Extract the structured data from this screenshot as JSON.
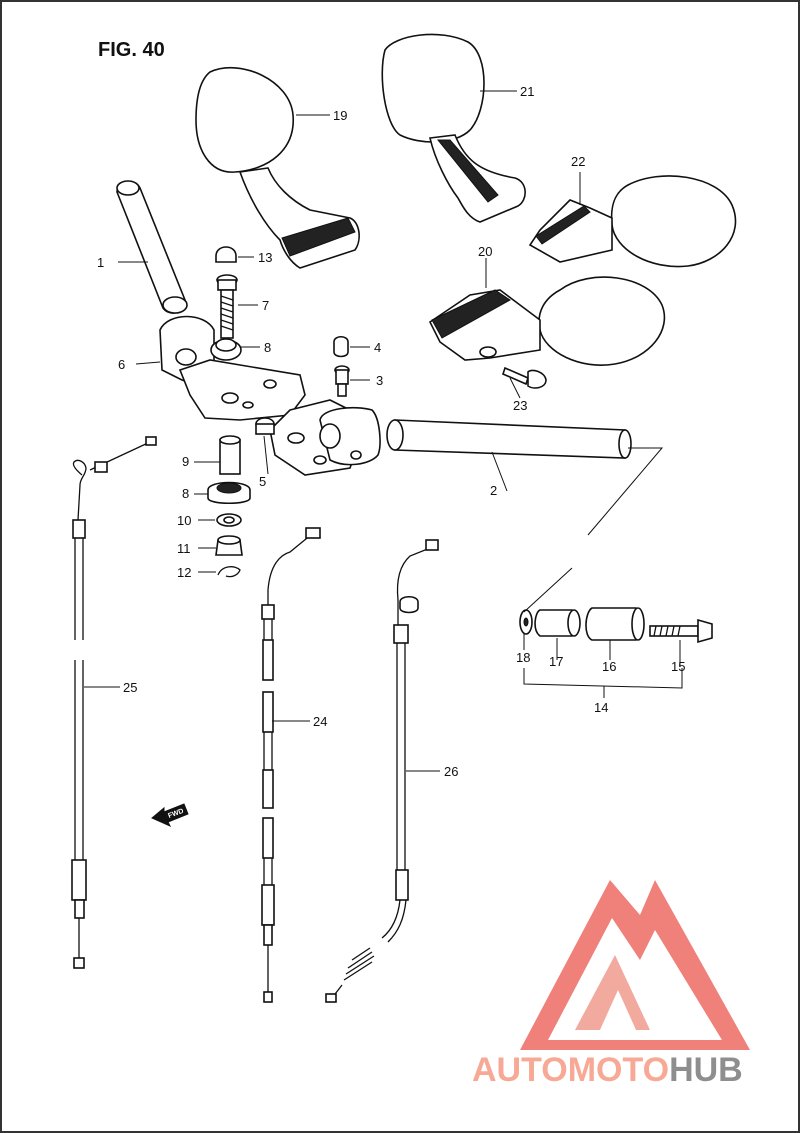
{
  "figure": {
    "title": "FIG. 40"
  },
  "callouts": [
    {
      "id": "1",
      "label": "1"
    },
    {
      "id": "2",
      "label": "2"
    },
    {
      "id": "3",
      "label": "3"
    },
    {
      "id": "4",
      "label": "4"
    },
    {
      "id": "5",
      "label": "5"
    },
    {
      "id": "6",
      "label": "6"
    },
    {
      "id": "7",
      "label": "7"
    },
    {
      "id": "8a",
      "label": "8"
    },
    {
      "id": "8b",
      "label": "8"
    },
    {
      "id": "9",
      "label": "9"
    },
    {
      "id": "10",
      "label": "10"
    },
    {
      "id": "11",
      "label": "11"
    },
    {
      "id": "12",
      "label": "12"
    },
    {
      "id": "13",
      "label": "13"
    },
    {
      "id": "14",
      "label": "14"
    },
    {
      "id": "15",
      "label": "15"
    },
    {
      "id": "16",
      "label": "16"
    },
    {
      "id": "17",
      "label": "17"
    },
    {
      "id": "18",
      "label": "18"
    },
    {
      "id": "19",
      "label": "19"
    },
    {
      "id": "20",
      "label": "20"
    },
    {
      "id": "21",
      "label": "21"
    },
    {
      "id": "22",
      "label": "22"
    },
    {
      "id": "23",
      "label": "23"
    },
    {
      "id": "24",
      "label": "24"
    },
    {
      "id": "25",
      "label": "25"
    },
    {
      "id": "26",
      "label": "26"
    }
  ],
  "fwd_marker": {
    "label": "FWD"
  },
  "watermark": {
    "part1": "AUTOMOTO",
    "part2": "HUB",
    "color1": "#f7a996",
    "color2": "#8e8e8e",
    "logo_color": "#ee6a63"
  }
}
